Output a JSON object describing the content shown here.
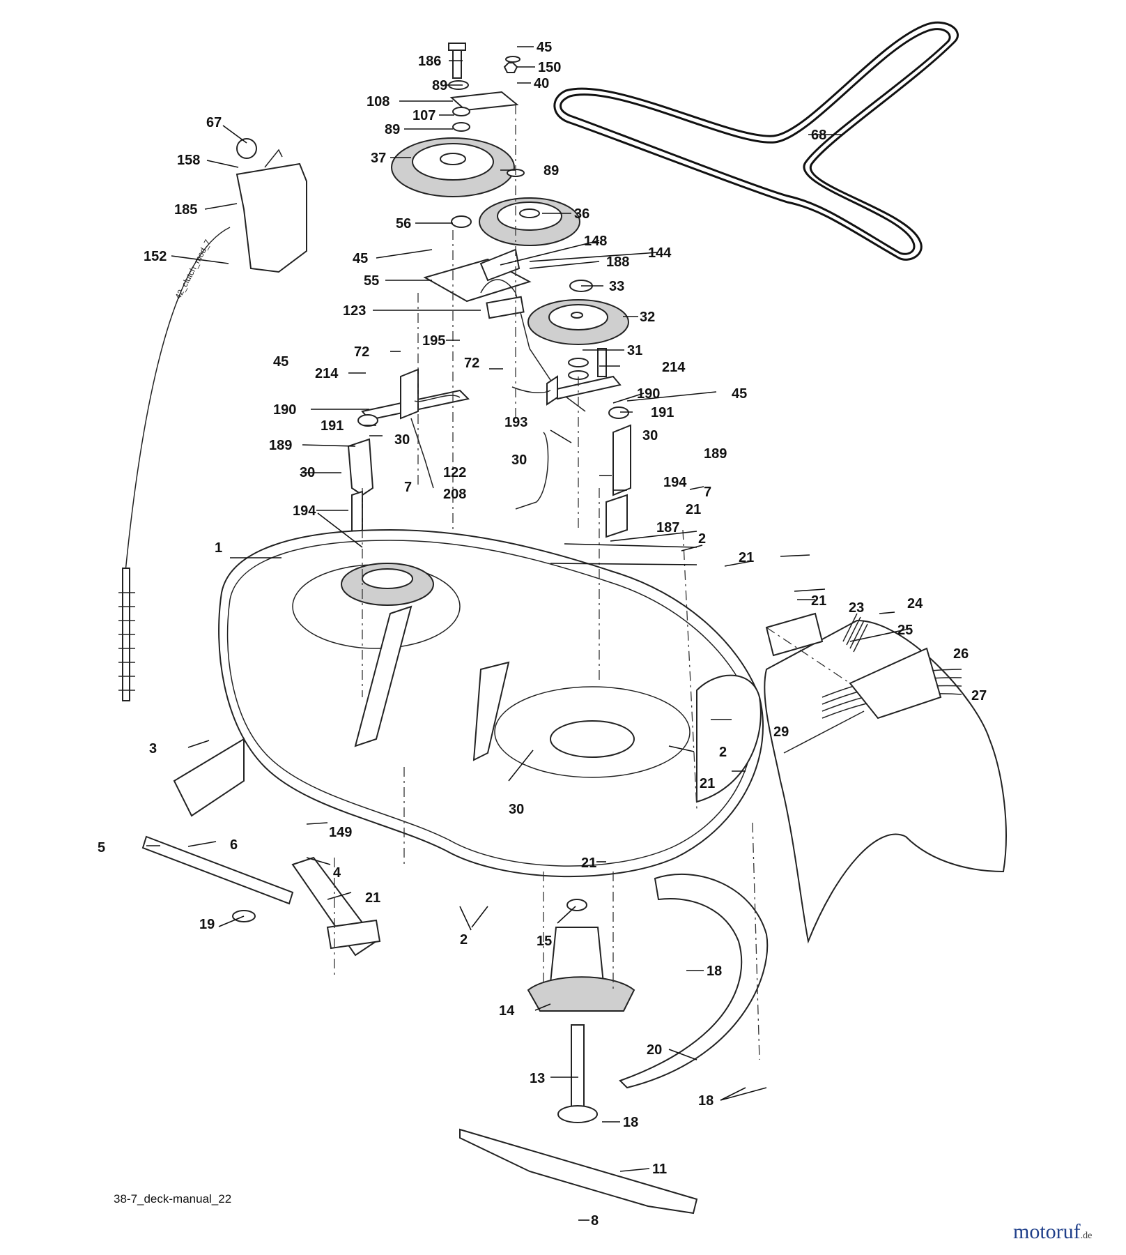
{
  "diagram": {
    "caption": "38-7_deck-manual_22",
    "cable_label": "42_clutch_mod_7",
    "brand": {
      "name": "motoruf",
      "suffix": ".de",
      "color": "#1f3f8a"
    },
    "callouts": [
      {
        "id": "c186",
        "label": "186"
      },
      {
        "id": "c45a",
        "label": "45"
      },
      {
        "id": "c150",
        "label": "150"
      },
      {
        "id": "c89a",
        "label": "89"
      },
      {
        "id": "c40",
        "label": "40"
      },
      {
        "id": "c108",
        "label": "108"
      },
      {
        "id": "c107",
        "label": "107"
      },
      {
        "id": "c89b",
        "label": "89"
      },
      {
        "id": "c67",
        "label": "67"
      },
      {
        "id": "c158",
        "label": "158"
      },
      {
        "id": "c37",
        "label": "37"
      },
      {
        "id": "c89c",
        "label": "89"
      },
      {
        "id": "c185",
        "label": "185"
      },
      {
        "id": "c68",
        "label": "68"
      },
      {
        "id": "c56",
        "label": "56"
      },
      {
        "id": "c36",
        "label": "36"
      },
      {
        "id": "c152",
        "label": "152"
      },
      {
        "id": "c148",
        "label": "148"
      },
      {
        "id": "c45b",
        "label": "45"
      },
      {
        "id": "c144",
        "label": "144"
      },
      {
        "id": "c188",
        "label": "188"
      },
      {
        "id": "c55",
        "label": "55"
      },
      {
        "id": "c33",
        "label": "33"
      },
      {
        "id": "c123",
        "label": "123"
      },
      {
        "id": "c32",
        "label": "32"
      },
      {
        "id": "c195",
        "label": "195"
      },
      {
        "id": "c72a",
        "label": "72"
      },
      {
        "id": "c31",
        "label": "31"
      },
      {
        "id": "c45c",
        "label": "45"
      },
      {
        "id": "c214a",
        "label": "214"
      },
      {
        "id": "c72b",
        "label": "72"
      },
      {
        "id": "c214b",
        "label": "214"
      },
      {
        "id": "c190a",
        "label": "190"
      },
      {
        "id": "c45d",
        "label": "45"
      },
      {
        "id": "c190b",
        "label": "190"
      },
      {
        "id": "c191a",
        "label": "191"
      },
      {
        "id": "c193",
        "label": "193"
      },
      {
        "id": "c191b",
        "label": "191"
      },
      {
        "id": "c30a",
        "label": "30"
      },
      {
        "id": "c189a",
        "label": "189"
      },
      {
        "id": "c30b",
        "label": "30"
      },
      {
        "id": "c189b",
        "label": "189"
      },
      {
        "id": "c30c",
        "label": "30"
      },
      {
        "id": "c122",
        "label": "122"
      },
      {
        "id": "c30d",
        "label": "30"
      },
      {
        "id": "c194a",
        "label": "194"
      },
      {
        "id": "c7a",
        "label": "7"
      },
      {
        "id": "c208",
        "label": "208"
      },
      {
        "id": "c7b",
        "label": "7"
      },
      {
        "id": "c194b",
        "label": "194"
      },
      {
        "id": "c21a",
        "label": "21"
      },
      {
        "id": "c187",
        "label": "187"
      },
      {
        "id": "c1",
        "label": "1"
      },
      {
        "id": "c2a",
        "label": "2"
      },
      {
        "id": "c21b",
        "label": "21"
      },
      {
        "id": "c21c",
        "label": "21"
      },
      {
        "id": "c23",
        "label": "23"
      },
      {
        "id": "c24",
        "label": "24"
      },
      {
        "id": "c25",
        "label": "25"
      },
      {
        "id": "c26",
        "label": "26"
      },
      {
        "id": "c27",
        "label": "27"
      },
      {
        "id": "c29",
        "label": "29"
      },
      {
        "id": "c2b",
        "label": "2"
      },
      {
        "id": "c3",
        "label": "3"
      },
      {
        "id": "c21d",
        "label": "21"
      },
      {
        "id": "c30e",
        "label": "30"
      },
      {
        "id": "c149",
        "label": "149"
      },
      {
        "id": "c5",
        "label": "5"
      },
      {
        "id": "c6",
        "label": "6"
      },
      {
        "id": "c4",
        "label": "4"
      },
      {
        "id": "c21e",
        "label": "21"
      },
      {
        "id": "c21f",
        "label": "21"
      },
      {
        "id": "c19",
        "label": "19"
      },
      {
        "id": "c2c",
        "label": "2"
      },
      {
        "id": "c15",
        "label": "15"
      },
      {
        "id": "c18a",
        "label": "18"
      },
      {
        "id": "c14",
        "label": "14"
      },
      {
        "id": "c20",
        "label": "20"
      },
      {
        "id": "c13",
        "label": "13"
      },
      {
        "id": "c18b",
        "label": "18"
      },
      {
        "id": "c18c",
        "label": "18"
      },
      {
        "id": "c11",
        "label": "11"
      },
      {
        "id": "c8",
        "label": "8"
      }
    ]
  }
}
